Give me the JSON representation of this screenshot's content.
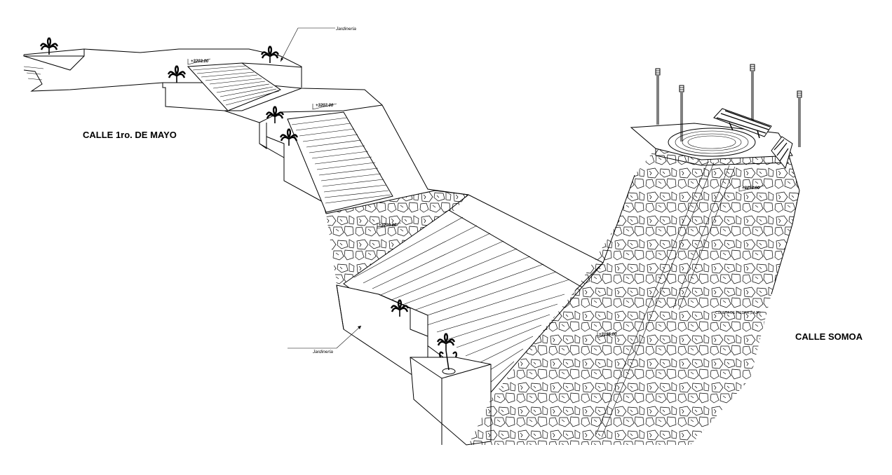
{
  "labels": {
    "street_left": "CALLE 1ro. DE MAYO",
    "street_right": "CALLE SOMOA",
    "planter_top": "Jardinería",
    "planter_bottom": "Jardinería",
    "stone_note": "CUNETA DE PIEDRA (LAJA)"
  },
  "levels": [
    "+3203.00",
    "+3202.00",
    "+3200.00",
    "+3198.00",
    "+3195.00"
  ],
  "colors": {
    "line": "#000000",
    "background": "#ffffff"
  },
  "icons": [
    "tree-icon",
    "lamp-post-icon",
    "bench-icon"
  ]
}
